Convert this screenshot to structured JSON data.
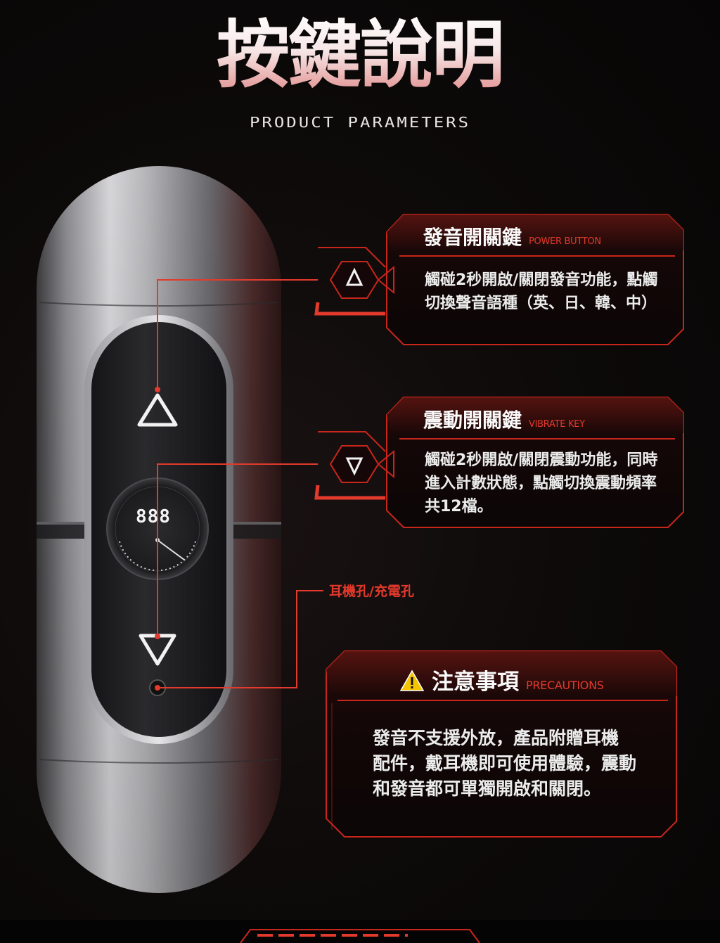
{
  "header": {
    "title": "按鍵說明",
    "subtitle": "PRODUCT PARAMETERS"
  },
  "device": {
    "display_digits": "888"
  },
  "power_panel": {
    "title": "發音開關鍵",
    "title_en": "POWER BUTTON",
    "body": [
      "觸碰2秒開啟/關閉發音功能，點觸",
      "切換聲音語種（英、日、韓、中）"
    ]
  },
  "vibrate_panel": {
    "title": "震動開關鍵",
    "title_en": "VIBRATE KEY",
    "body": [
      "觸碰2秒開啟/關閉震動功能，同時",
      "進入計數狀態，點觸切換震動頻率",
      "共12檔。"
    ]
  },
  "jack": {
    "label": "耳機孔/充電孔"
  },
  "precautions_panel": {
    "title": "注意事項",
    "title_en": "PRECAUTIONS",
    "body": [
      "發音不支援外放，產品附贈耳機",
      "配件，戴耳機即可使用體驗，震動",
      "和發音都可單獨開啟和關閉。"
    ]
  },
  "colors": {
    "accent": "#e23a2c",
    "panel_border": "#c8261b",
    "background": "#0b0808"
  }
}
